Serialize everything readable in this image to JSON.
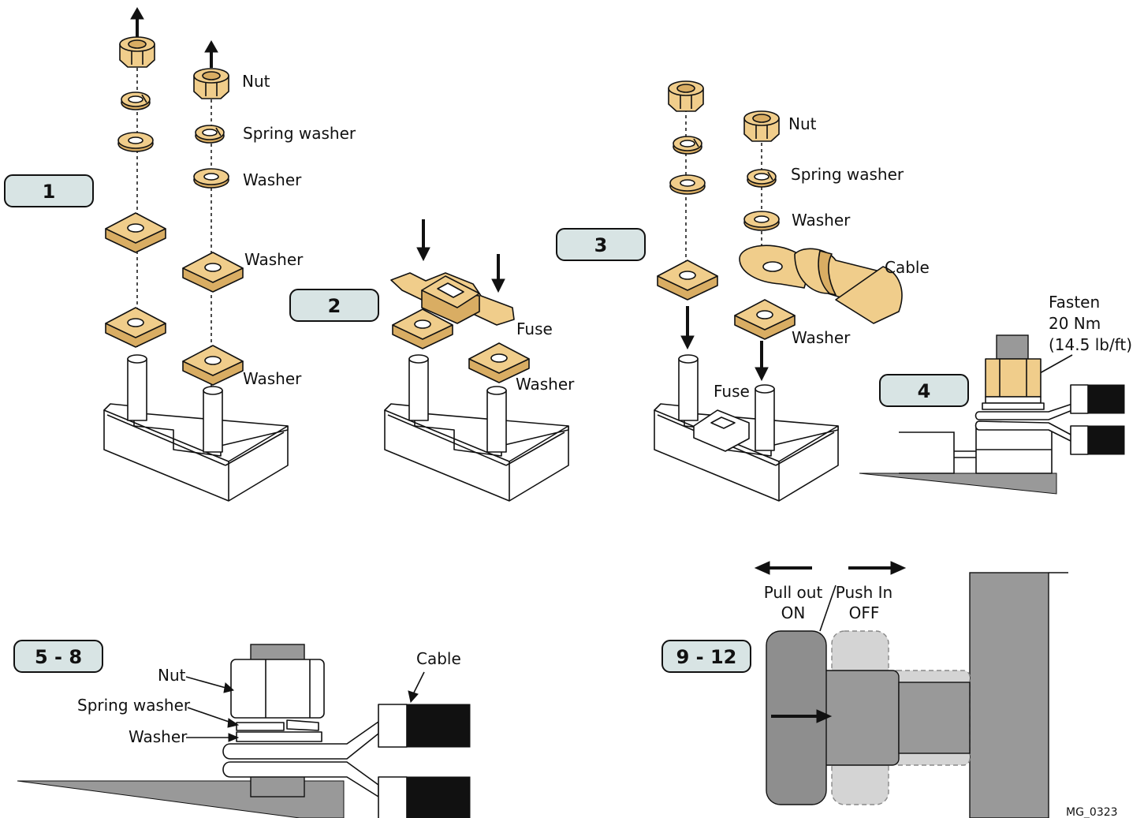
{
  "steps": {
    "s1": "1",
    "s2": "2",
    "s3": "3",
    "s4": "4",
    "s5_8": "5 - 8",
    "s9_12": "9 - 12"
  },
  "panel1": {
    "nut": "Nut",
    "spring_washer": "Spring washer",
    "washer_top": "Washer",
    "washer_mid": "Washer",
    "washer_bot": "Washer"
  },
  "panel2": {
    "fuse": "Fuse",
    "washer": "Washer"
  },
  "panel3": {
    "nut": "Nut",
    "spring_washer": "Spring washer",
    "washer_top": "Washer",
    "cable": "Cable",
    "washer_bot": "Washer",
    "fuse": "Fuse"
  },
  "panel4": {
    "fasten_l1": "Fasten",
    "fasten_l2": "20 Nm",
    "fasten_l3": "(14.5 lb/ft)"
  },
  "panel5": {
    "nut": "Nut",
    "spring_washer": "Spring washer",
    "washer": "Washer",
    "cable": "Cable"
  },
  "panel9": {
    "pull_out": "Pull out",
    "on": "ON",
    "push_in": "Push In",
    "off": "OFF"
  },
  "figure_code": "MG_0323"
}
